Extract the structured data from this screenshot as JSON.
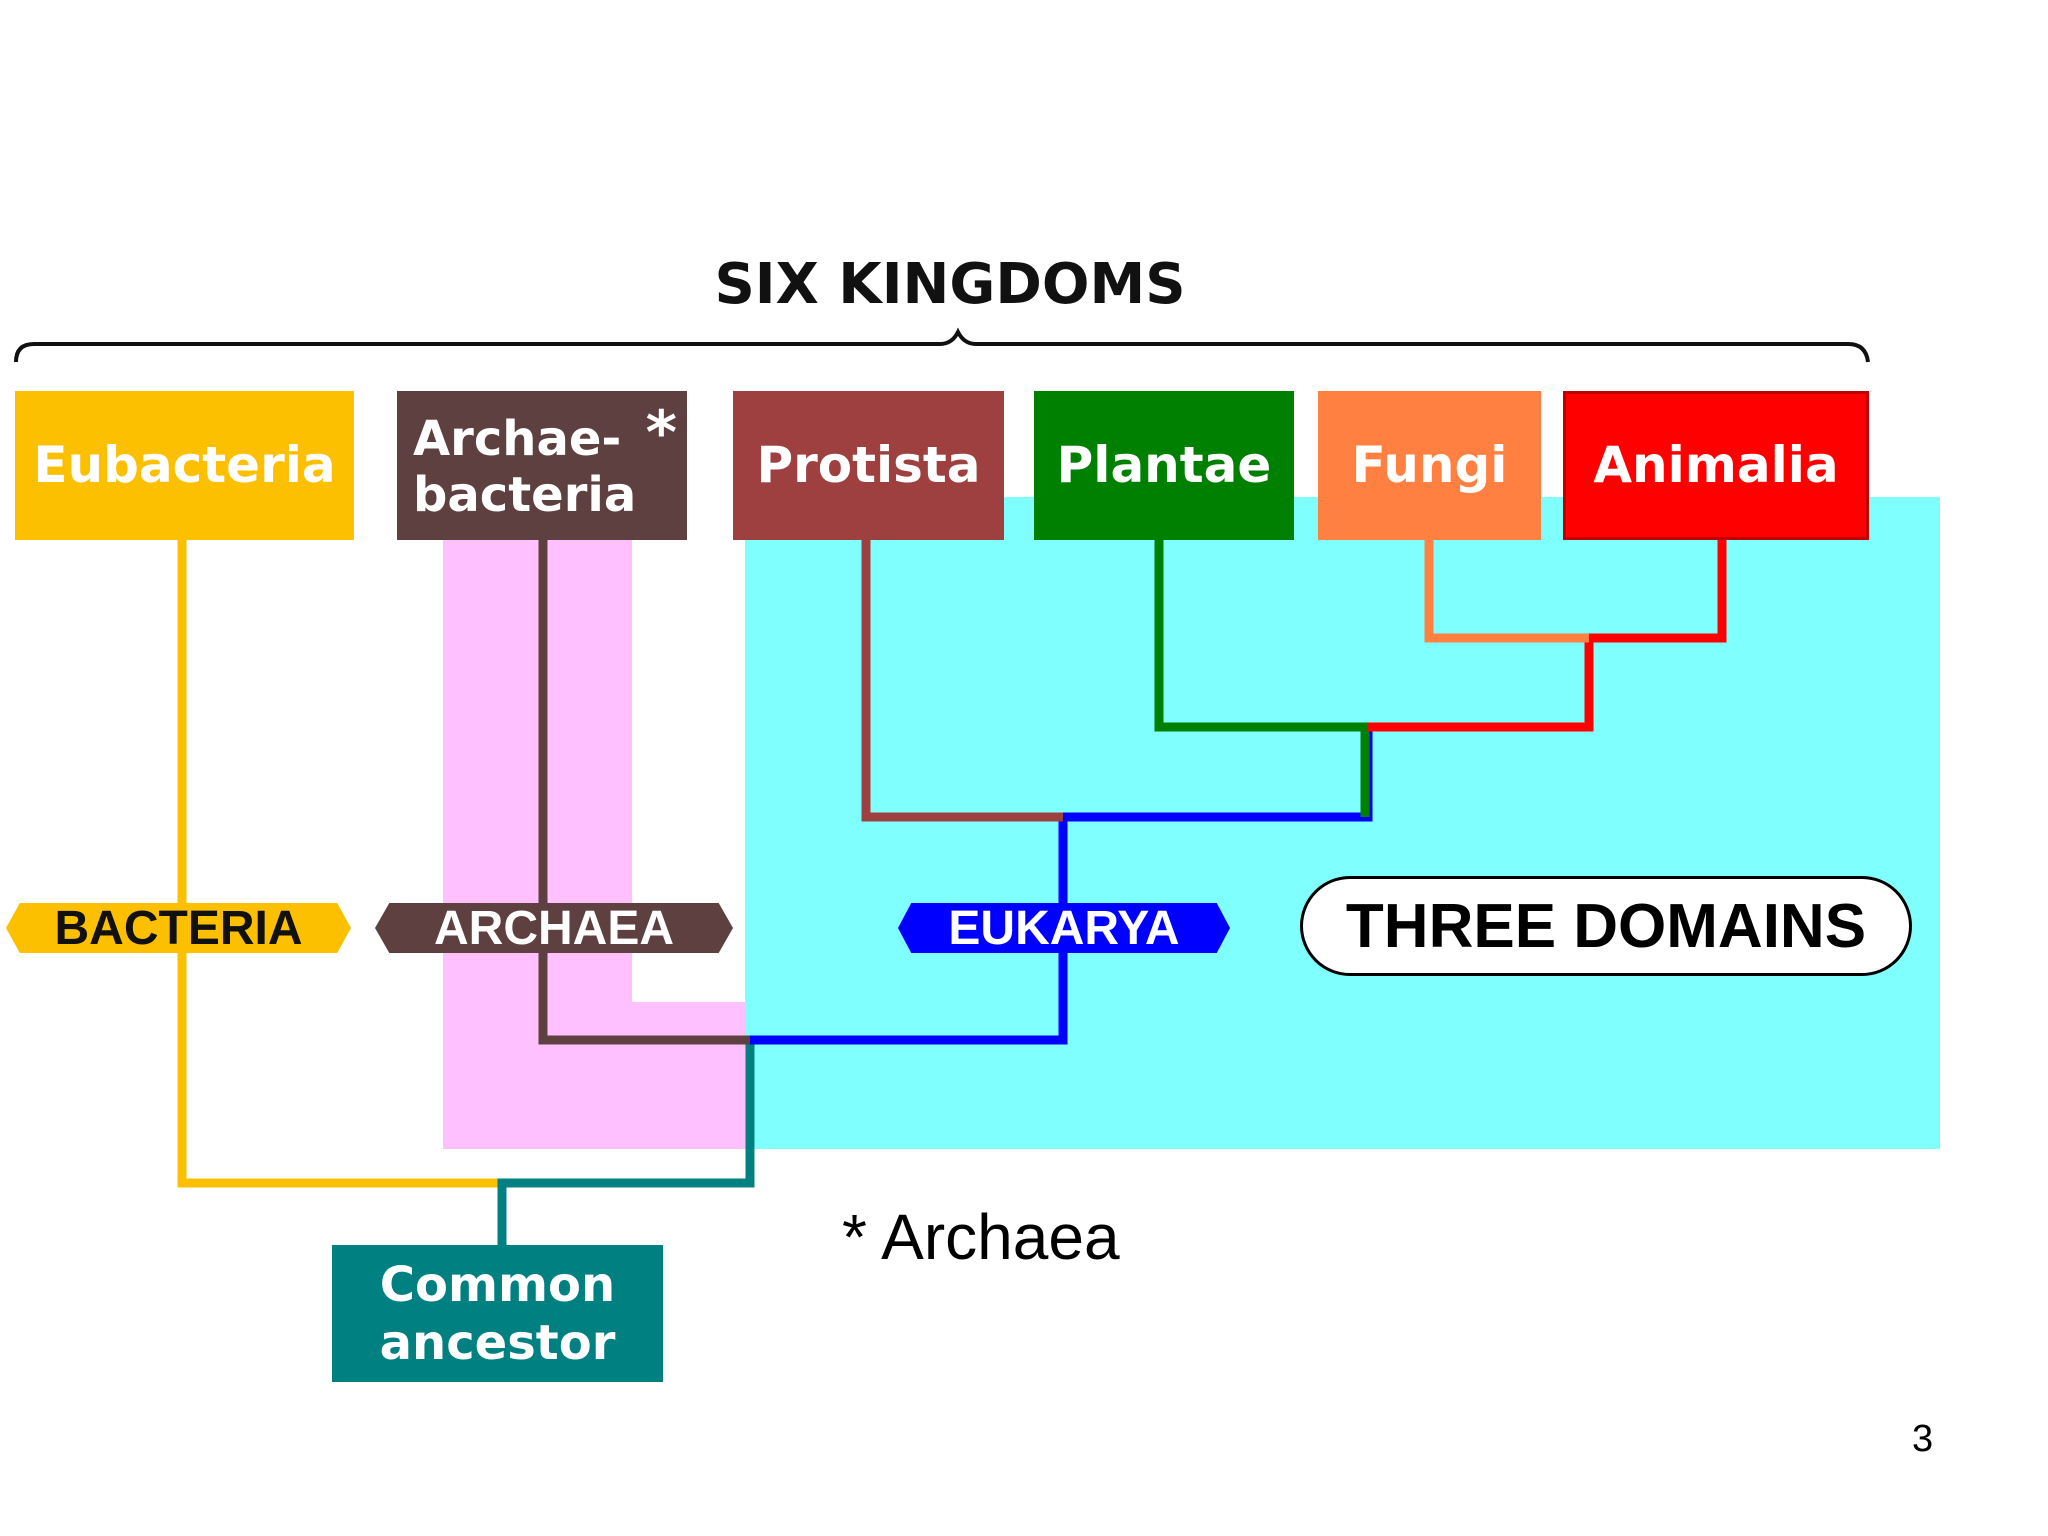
{
  "title": "SIX KINGDOMS",
  "kingdoms": {
    "eubacteria": "Eubacteria",
    "archaebacteria_line1": "Archae-",
    "archaebacteria_line2": "bacteria",
    "archaebacteria_mark": "*",
    "protista": "Protista",
    "plantae": "Plantae",
    "fungi": "Fungi",
    "animalia": "Animalia"
  },
  "domains": {
    "bacteria": "BACTERIA",
    "archaea": "ARCHAEA",
    "eukarya": "EUKARYA",
    "three_domains": "THREE DOMAINS"
  },
  "common_ancestor_line1": "Common",
  "common_ancestor_line2": "ancestor",
  "footnote": "* Archaea",
  "page_number": "3",
  "colors": {
    "eubacteria": "#fcc000",
    "archaebacteria": "#5e4040",
    "protista": "#9e4040",
    "plantae": "#008000",
    "fungi": "#ff8040",
    "animalia": "#ff0000",
    "eukarya": "#0000ff",
    "common_ancestor": "#008080",
    "eukarya_region": "#80ffff",
    "archaea_region": "#ffc0ff"
  }
}
